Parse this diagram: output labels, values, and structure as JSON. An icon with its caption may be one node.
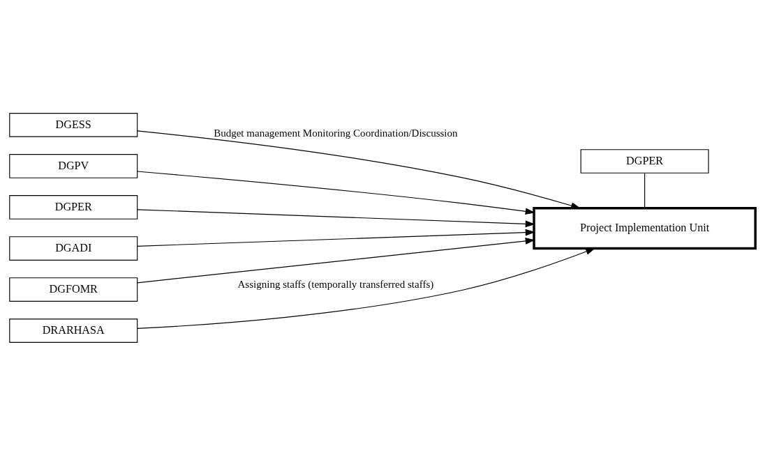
{
  "diagram": {
    "nodes": [
      {
        "text": [
          "DGPER"
        ]
      },
      {
        "text": [
          "Project Implementation Unit"
        ]
      },
      {
        "text": [
          "DGESS"
        ]
      },
      {
        "text": [
          "DGPV"
        ]
      },
      {
        "text": [
          "DGPER"
        ]
      },
      {
        "text": [
          "DGADI"
        ]
      },
      {
        "text": [
          "DGFOMR"
        ]
      },
      {
        "text": [
          "DRARHASA"
        ]
      }
    ],
    "edges": [
      {
        "from": 0,
        "to": 1,
        "arrow": "none"
      },
      {
        "from": 2,
        "to": 1,
        "arrow": "to",
        "label": "Budget management Monitoring Coordination/Discussion"
      },
      {
        "from": 3,
        "to": 1,
        "arrow": "to"
      },
      {
        "from": 4,
        "to": 1,
        "arrow": "to"
      },
      {
        "from": 5,
        "to": 1,
        "arrow": "to"
      },
      {
        "from": 6,
        "to": 1,
        "arrow": "to"
      },
      {
        "from": 7,
        "to": 1,
        "arrow": "to",
        "label": "Assigning staffs (temporally transferred staffs)"
      }
    ]
  }
}
